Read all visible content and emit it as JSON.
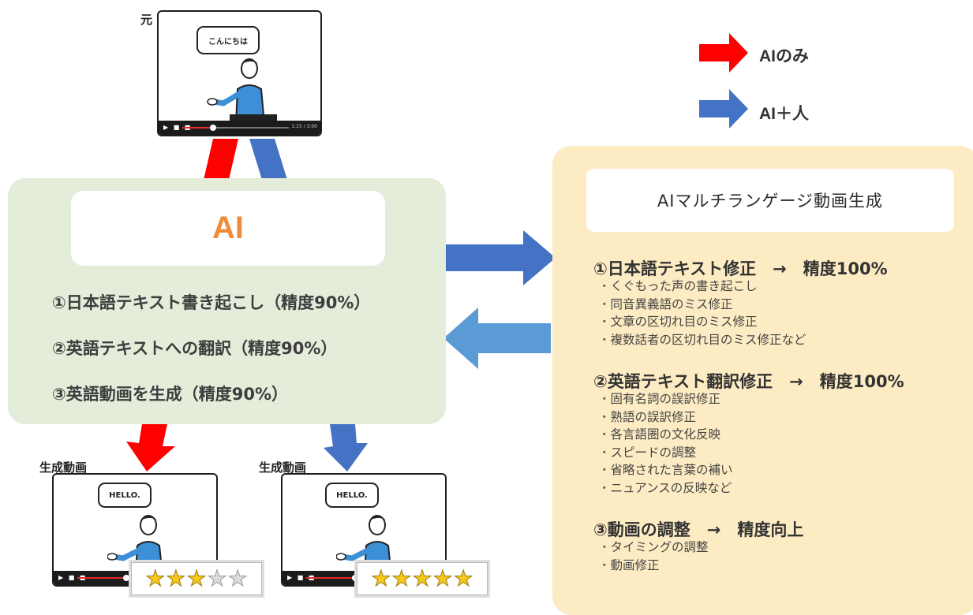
{
  "legend": {
    "ai_only": {
      "label": "AIのみ",
      "color": "#ff0000",
      "icon": "red-arrow-icon"
    },
    "ai_human": {
      "label": "AI＋人",
      "color": "#4472c4",
      "icon": "blue-arrow-icon"
    }
  },
  "source_video": {
    "label": "元",
    "speech": "こんにちは",
    "time": "1:15 / 3:00"
  },
  "ai_panel": {
    "title": "AI",
    "steps": [
      "①日本語テキスト書き起こし（精度90%）",
      "②英語テキストへの翻訳（精度90%）",
      "③英語動画を生成（精度90%）"
    ]
  },
  "generated": [
    {
      "label": "生成動画",
      "speech": "HELLO.",
      "rating": 3,
      "rating_max": 5
    },
    {
      "label": "生成動画",
      "speech": "HELLO.",
      "rating": 5,
      "rating_max": 5
    }
  ],
  "right_panel": {
    "title": "AIマルチランゲージ動画生成",
    "sections": [
      {
        "heading": "①日本語テキスト修正　→　精度100%",
        "items": [
          "くぐもった声の書き起こし",
          "同音異義語のミス修正",
          "文章の区切れ目のミス修正",
          "複数話者の区切れ目のミス修正など"
        ]
      },
      {
        "heading": "②英語テキスト翻訳修正　→　精度100%",
        "items": [
          "固有名詞の誤訳修正",
          "熟語の誤訳修正",
          "各言語圏の文化反映",
          "スピードの調整",
          "省略された言葉の補い",
          "ニュアンスの反映など"
        ]
      },
      {
        "heading": "③動画の調整　→　精度向上",
        "items": [
          "タイミングの調整",
          "動画修正"
        ]
      }
    ]
  }
}
